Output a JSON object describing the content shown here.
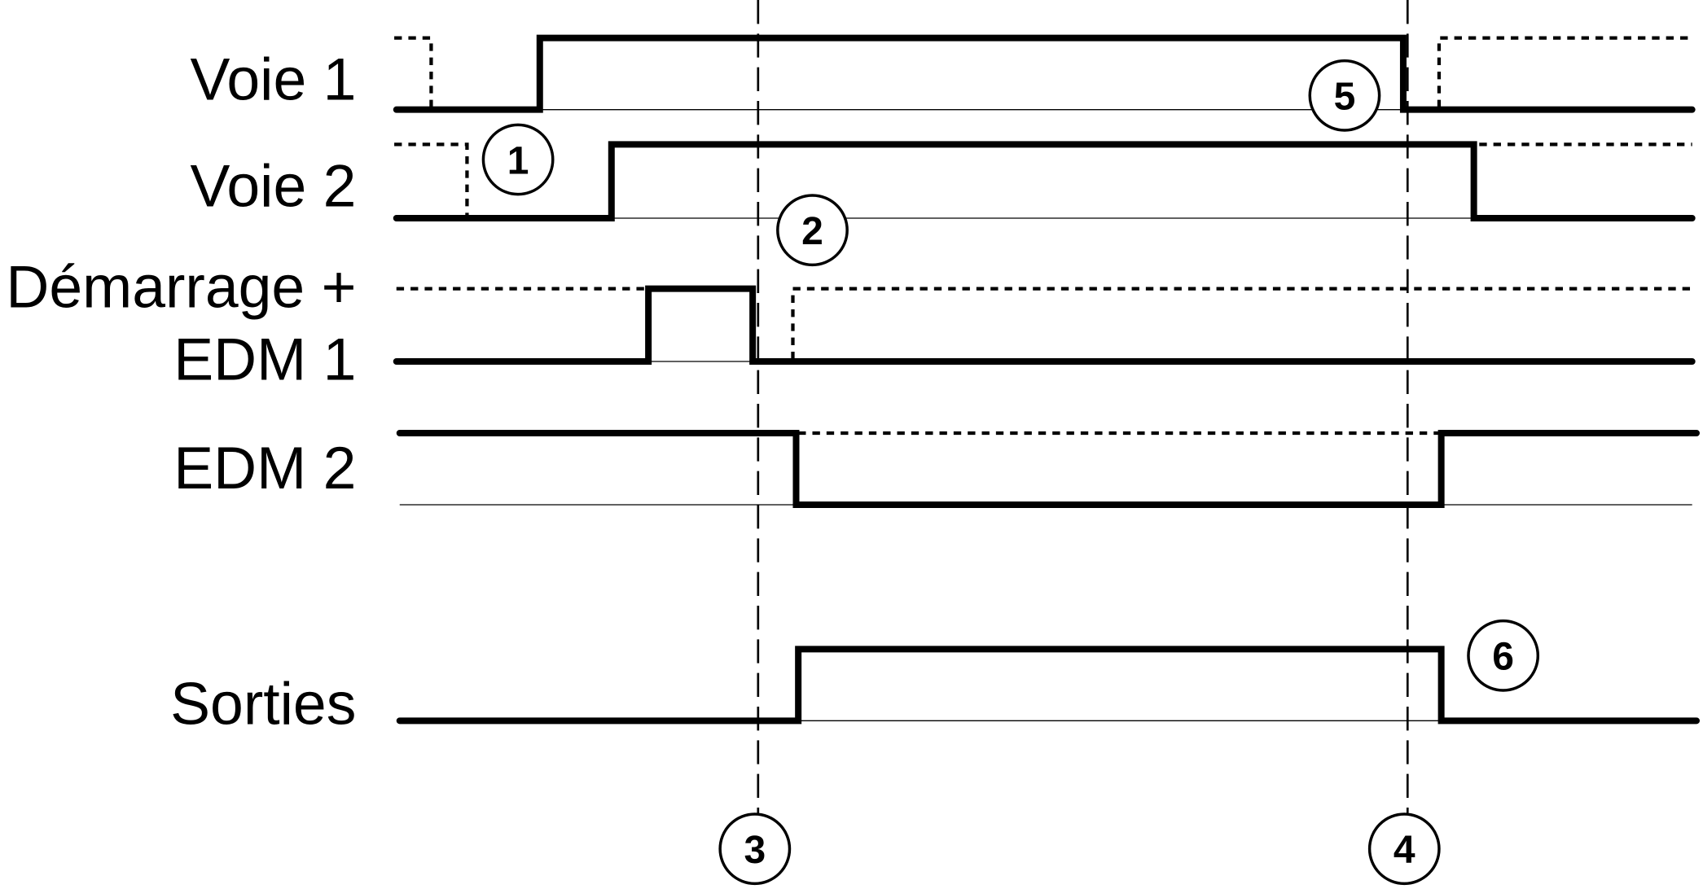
{
  "colors": {
    "line": "#000000",
    "background": "#ffffff"
  },
  "signals": {
    "voie1": {
      "label": "Voie 1"
    },
    "voie2": {
      "label": "Voie 2"
    },
    "demarrage_edm1": {
      "label_line1": "Démarrage +",
      "label_line2": "EDM 1"
    },
    "edm2": {
      "label": "EDM 2"
    },
    "sorties": {
      "label": "Sorties"
    }
  },
  "markers": [
    "1",
    "2",
    "3",
    "4",
    "5",
    "6"
  ]
}
